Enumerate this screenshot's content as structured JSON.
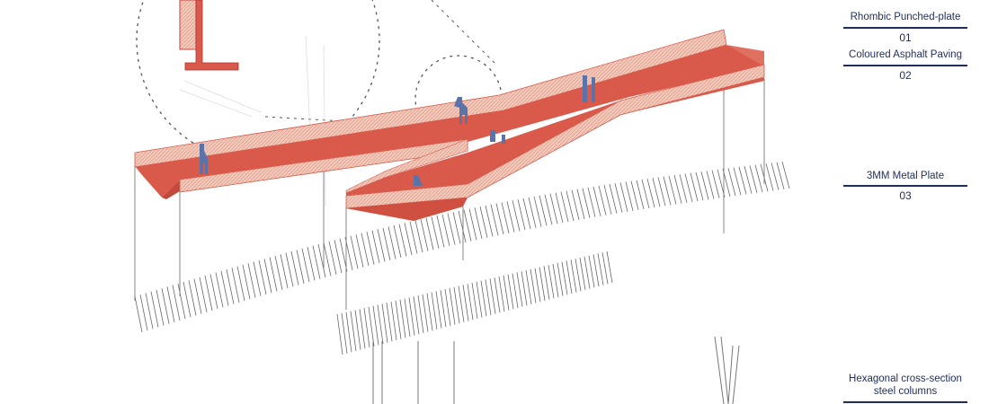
{
  "legend": [
    {
      "label": "Rhombic Punched-plate",
      "number": "01"
    },
    {
      "label": "Coloured Asphalt Paving",
      "number": "02"
    },
    {
      "label": "3MM Metal Plate",
      "number": "03"
    },
    {
      "label": "Hexagonal cross-section steel columns",
      "number": ""
    }
  ],
  "colors": {
    "deck_red": "#d9594a",
    "rail_pink": "#f0b9a8",
    "ink": "#1f2d5a",
    "figure": "#5b73a8",
    "structure": "#777777"
  }
}
